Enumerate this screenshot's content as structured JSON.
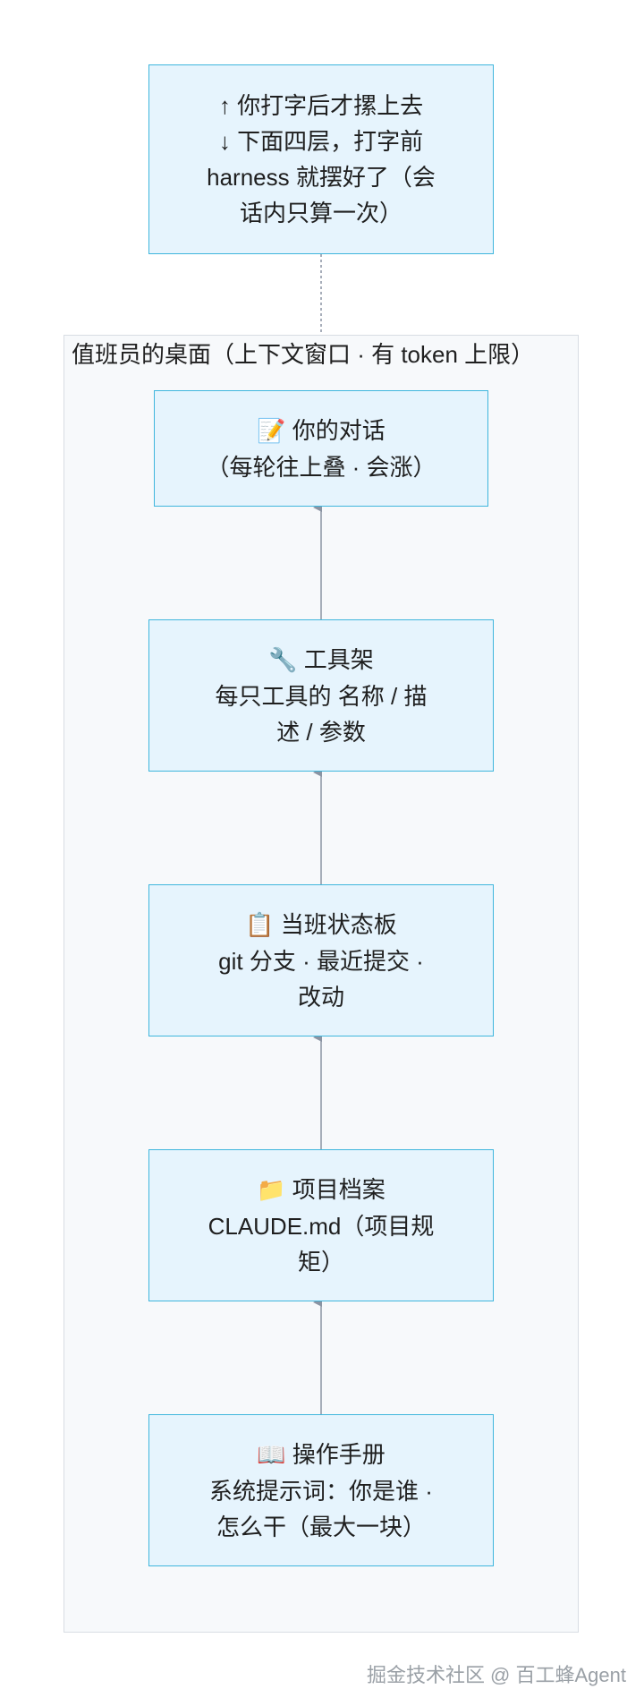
{
  "top_note": {
    "lines": [
      "↑ 你打字后才摞上去",
      "↓ 下面四层，打字前",
      "harness 就摆好了（会",
      "话内只算一次）"
    ]
  },
  "desk": {
    "title": "值班员的桌面（上下文窗口 · 有 token 上限）"
  },
  "layers": [
    {
      "icon": "📝",
      "icon_name": "memo-icon",
      "lines": [
        "你的对话",
        "（每轮往上叠 · 会涨）"
      ]
    },
    {
      "icon": "🔧",
      "icon_name": "wrench-icon",
      "lines": [
        "工具架",
        "每只工具的 名称 / 描",
        "述 / 参数"
      ]
    },
    {
      "icon": "📋",
      "icon_name": "clipboard-icon",
      "lines": [
        "当班状态板",
        "git 分支 · 最近提交 ·",
        "改动"
      ]
    },
    {
      "icon": "📁",
      "icon_name": "folder-icon",
      "lines": [
        "项目档案",
        "CLAUDE.md（项目规",
        "矩）"
      ]
    },
    {
      "icon": "📖",
      "icon_name": "book-icon",
      "lines": [
        "操作手册",
        "系统提示词：你是谁 ·",
        "怎么干（最大一块）"
      ]
    }
  ],
  "watermark": "掘金技术社区 @ 百工蜂Agent",
  "colors": {
    "box_fill": "#e6f4fd",
    "box_border": "#3fb6dd",
    "arrow": "#8a94a3"
  }
}
